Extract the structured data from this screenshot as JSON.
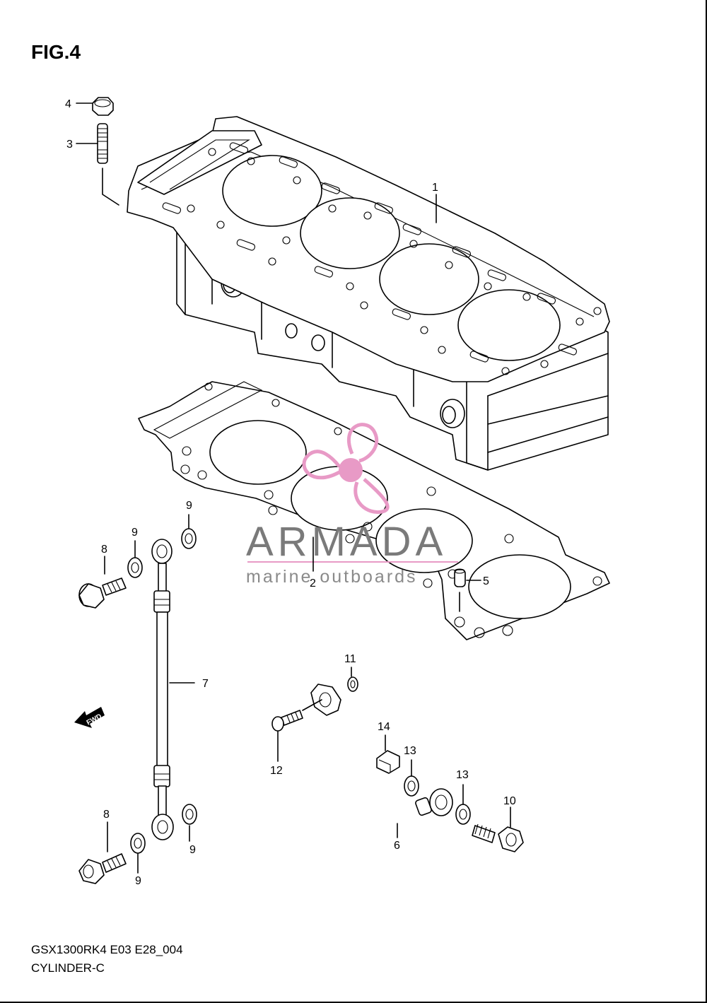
{
  "figure": {
    "title": "FIG.4"
  },
  "callouts": [
    {
      "part": "cylinder",
      "label": "1"
    },
    {
      "part": "cylinder-gasket",
      "label": "2"
    },
    {
      "part": "stud",
      "label": "3"
    },
    {
      "part": "nut",
      "label": "4"
    },
    {
      "part": "dowel-pin",
      "label": "5"
    },
    {
      "part": "oil-pipe",
      "label": "6"
    },
    {
      "part": "oil-hose",
      "label": "7"
    },
    {
      "part": "union-bolt-upper",
      "label": "8"
    },
    {
      "part": "union-bolt-lower",
      "label": "8"
    },
    {
      "part": "gasket-upper-left",
      "label": "9"
    },
    {
      "part": "gasket-upper-right",
      "label": "9"
    },
    {
      "part": "gasket-lower-right",
      "label": "9"
    },
    {
      "part": "gasket-lower-left",
      "label": "9"
    },
    {
      "part": "union-bolt-pipe",
      "label": "10"
    },
    {
      "part": "o-ring",
      "label": "11"
    },
    {
      "part": "bolt",
      "label": "12"
    },
    {
      "part": "gasket-pipe-upper",
      "label": "13"
    },
    {
      "part": "gasket-pipe-lower",
      "label": "13"
    },
    {
      "part": "cushion",
      "label": "14"
    }
  ],
  "direction_marker": {
    "text": "FWD",
    "icon": "fwd-arrow-icon"
  },
  "watermark": {
    "name": "ARMADA",
    "tagline": "marine outboards",
    "logo_icon": "propeller-logo-icon",
    "color": "#e89ac6"
  },
  "footer": {
    "model_code": "GSX1300RK4 E03 E28_004",
    "section_name": "CYLINDER-C"
  }
}
